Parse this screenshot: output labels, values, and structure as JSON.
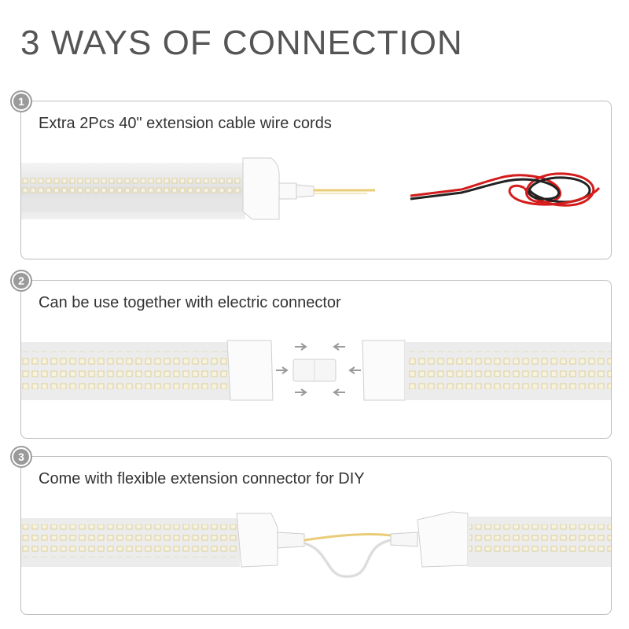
{
  "title": "3 WAYS OF CONNECTION",
  "panels": [
    {
      "number": "1",
      "caption": "Extra 2Pcs 40\" extension cable wire cords"
    },
    {
      "number": "2",
      "caption": "Can be use together with electric connector"
    },
    {
      "number": "3",
      "caption": "Come with flexible extension connector for DIY"
    }
  ],
  "colors": {
    "title_text": "#555555",
    "panel_border": "#bdbdbd",
    "badge": "#9a9a9a",
    "wire_red": "#d41c1c",
    "wire_black": "#222222",
    "led_chip": "#e8c84a"
  }
}
